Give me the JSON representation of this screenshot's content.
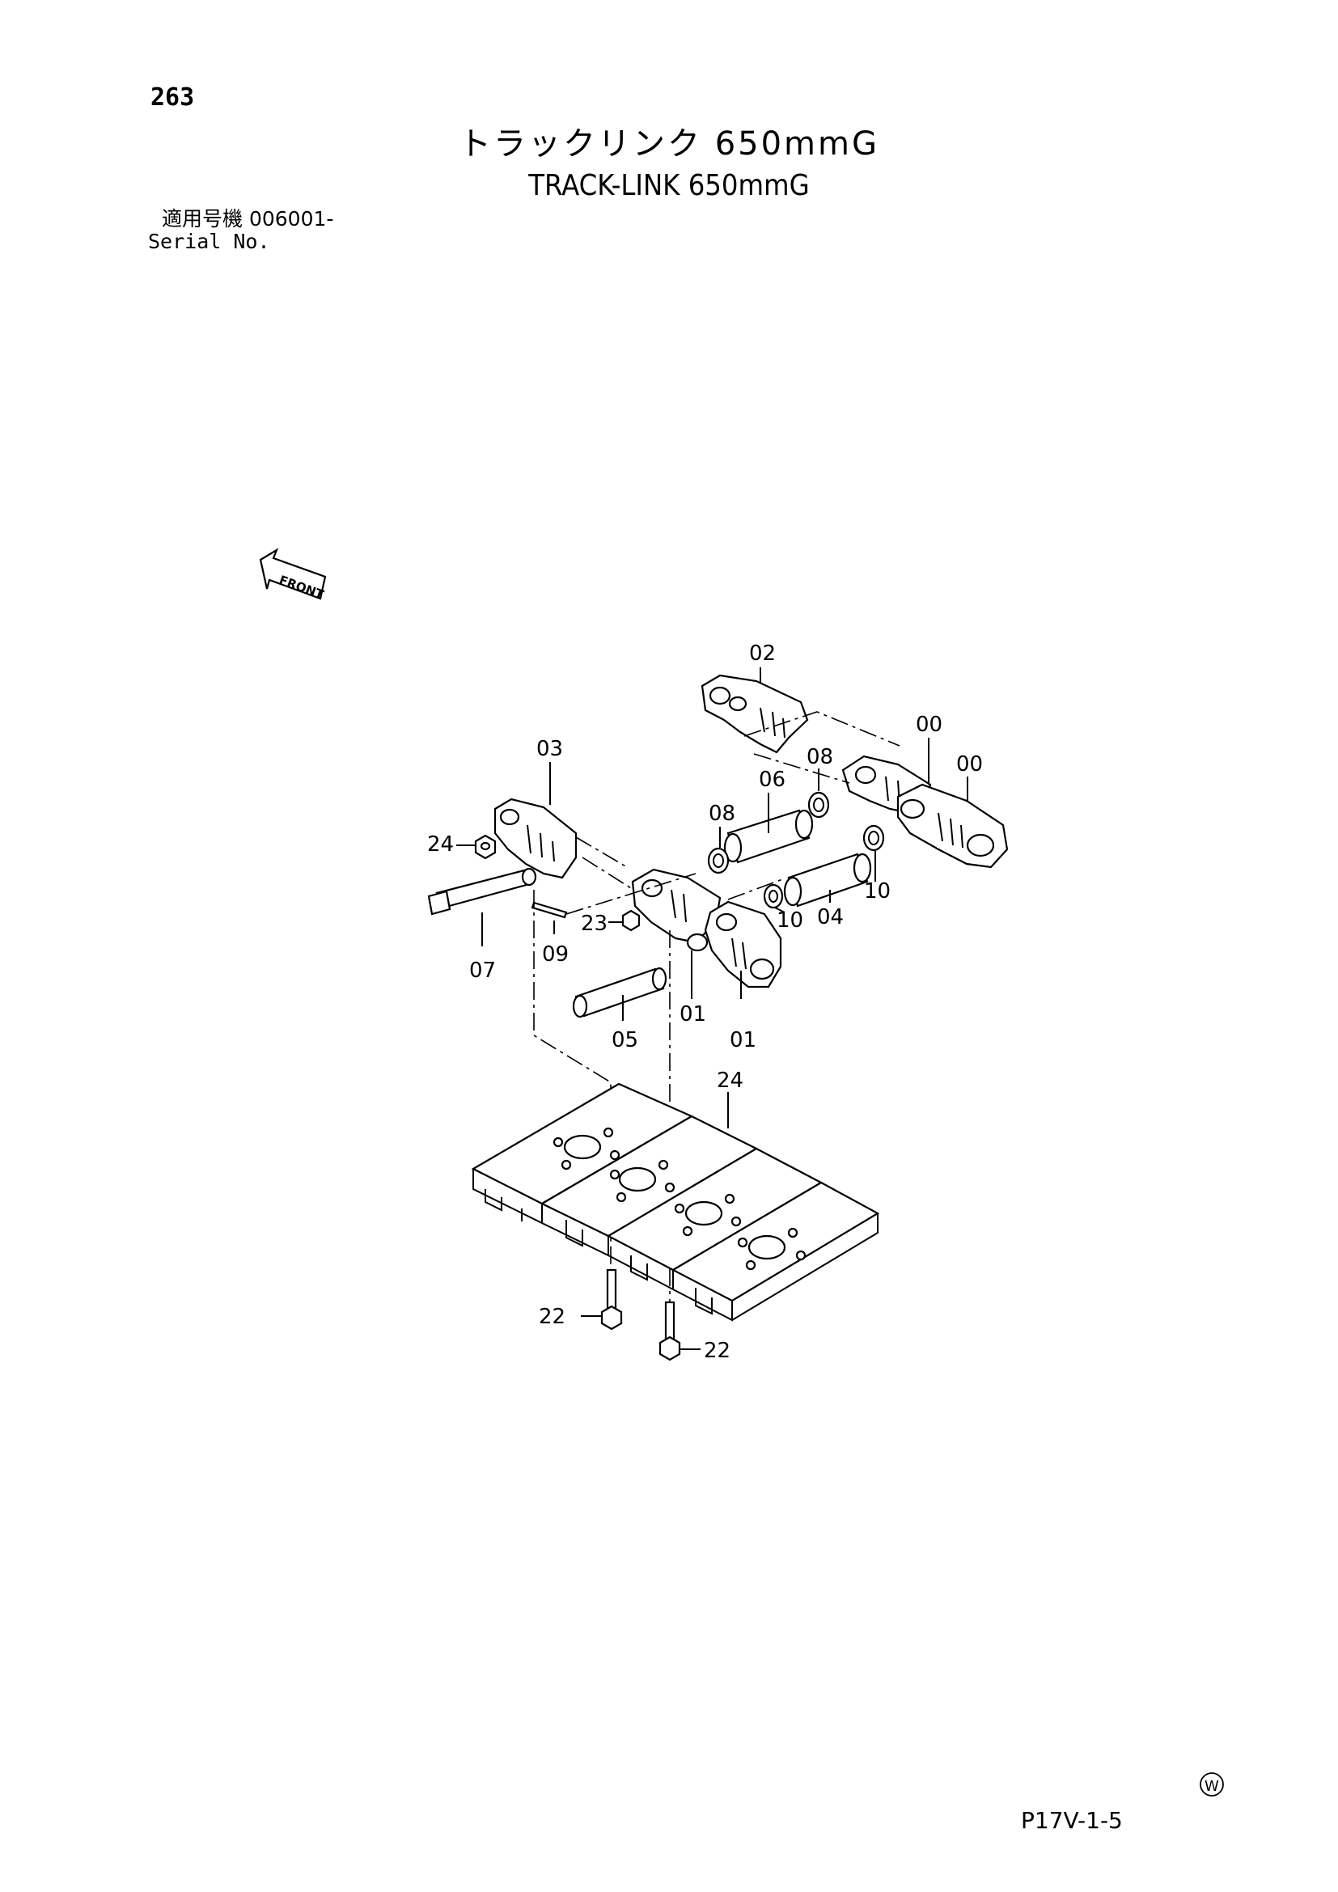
{
  "header": {
    "page_number": "263",
    "title_ja": "トラックリンク 650mmG",
    "title_en": "TRACK-LINK 650mmG",
    "serial_ja": "適用号機 006001-",
    "serial_en": "Serial No."
  },
  "front_marker": "FRONT",
  "callouts": {
    "p00a": "00",
    "p00b": "00",
    "p01a": "01",
    "p01b": "01",
    "p02": "02",
    "p03": "03",
    "p04": "04",
    "p05": "05",
    "p06": "06",
    "p07": "07",
    "p08a": "08",
    "p08b": "08",
    "p09": "09",
    "p10a": "10",
    "p10b": "10",
    "p22a": "22",
    "p22b": "22",
    "p23": "23",
    "p24a": "24",
    "p24b": "24"
  },
  "footer": {
    "mark": "W",
    "page_code": "P17V-1-5"
  }
}
